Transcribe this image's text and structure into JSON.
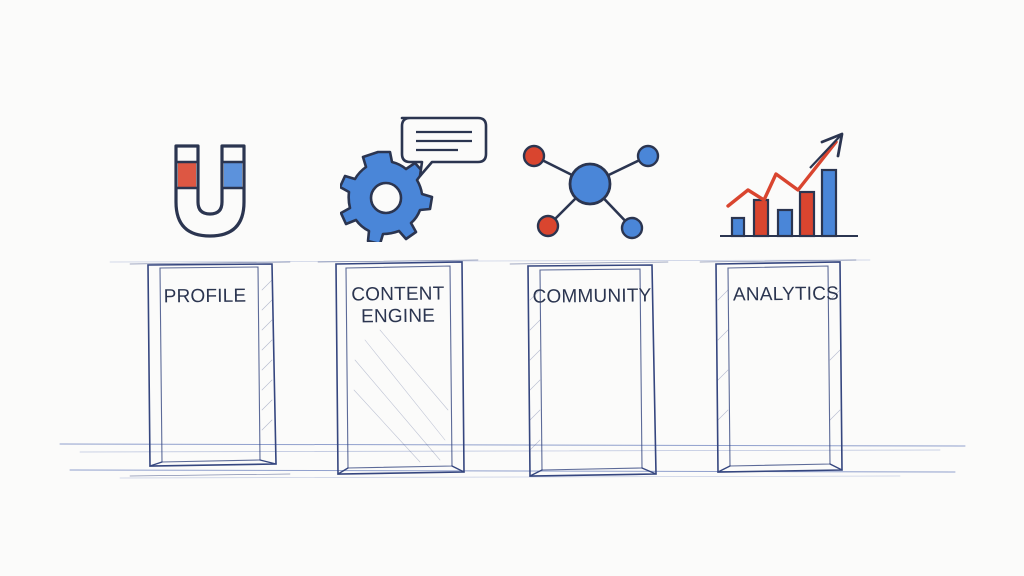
{
  "pillars": [
    {
      "label": "PROFILE",
      "icon": "magnet-icon"
    },
    {
      "label": "CONTENT ENGINE",
      "icon": "gear-chat-icon"
    },
    {
      "label": "COMMUNITY",
      "icon": "network-icon"
    },
    {
      "label": "ANALYTICS",
      "icon": "bar-chart-trend-icon"
    }
  ],
  "colors": {
    "ink": "#2b3550",
    "sketch_blue": "#3a56a8",
    "accent_red": "#d9452f",
    "accent_blue": "#4a86d8",
    "paper": "#fbfbfa"
  }
}
